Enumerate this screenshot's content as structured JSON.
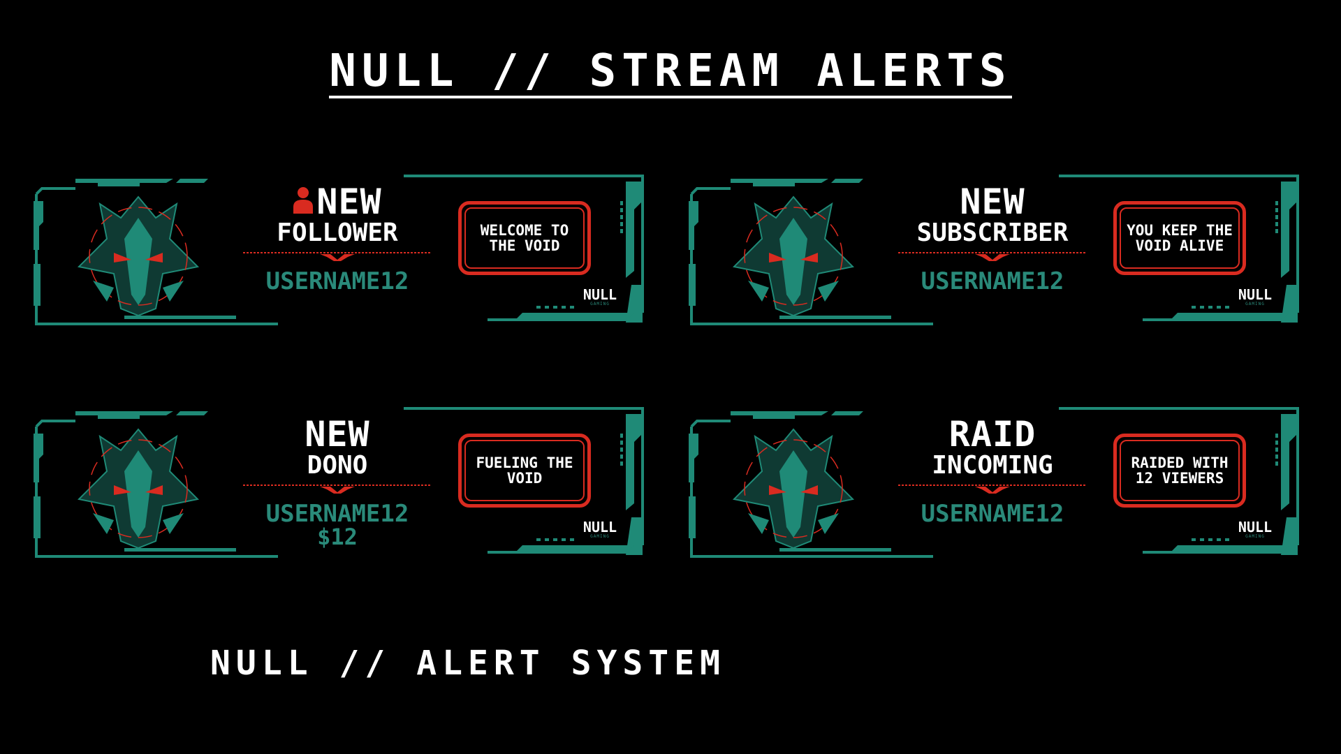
{
  "header": {
    "title": "NULL // STREAM ALERTS"
  },
  "footer": {
    "title": "NULL // ALERT SYSTEM"
  },
  "colors": {
    "accent_teal": "#1f8a77",
    "accent_red": "#d92b20",
    "background": "#000000",
    "text": "#ffffff"
  },
  "alerts": [
    {
      "kind": "follower",
      "icon": "person-icon",
      "line1": "NEW",
      "line2": "FOLLOWER",
      "username": "USERNAME12",
      "amount": "",
      "message": "WELCOME TO THE VOID",
      "brand": "NULL",
      "brand_sub": "GAMING"
    },
    {
      "kind": "subscriber",
      "icon": "",
      "line1": "NEW",
      "line2": "SUBSCRIBER",
      "username": "USERNAME12",
      "amount": "",
      "message": "YOU KEEP THE VOID ALIVE",
      "brand": "NULL",
      "brand_sub": "GAMING"
    },
    {
      "kind": "donation",
      "icon": "",
      "line1": "NEW",
      "line2": "DONO",
      "username": "USERNAME12",
      "amount": "$12",
      "message": "FUELING THE VOID",
      "brand": "NULL",
      "brand_sub": "GAMING"
    },
    {
      "kind": "raid",
      "icon": "",
      "line1": "RAID",
      "line2": "INCOMING",
      "username": "USERNAME12",
      "amount": "",
      "message": "RAIDED WITH 12 VIEWERS",
      "brand": "NULL",
      "brand_sub": "GAMING"
    }
  ]
}
